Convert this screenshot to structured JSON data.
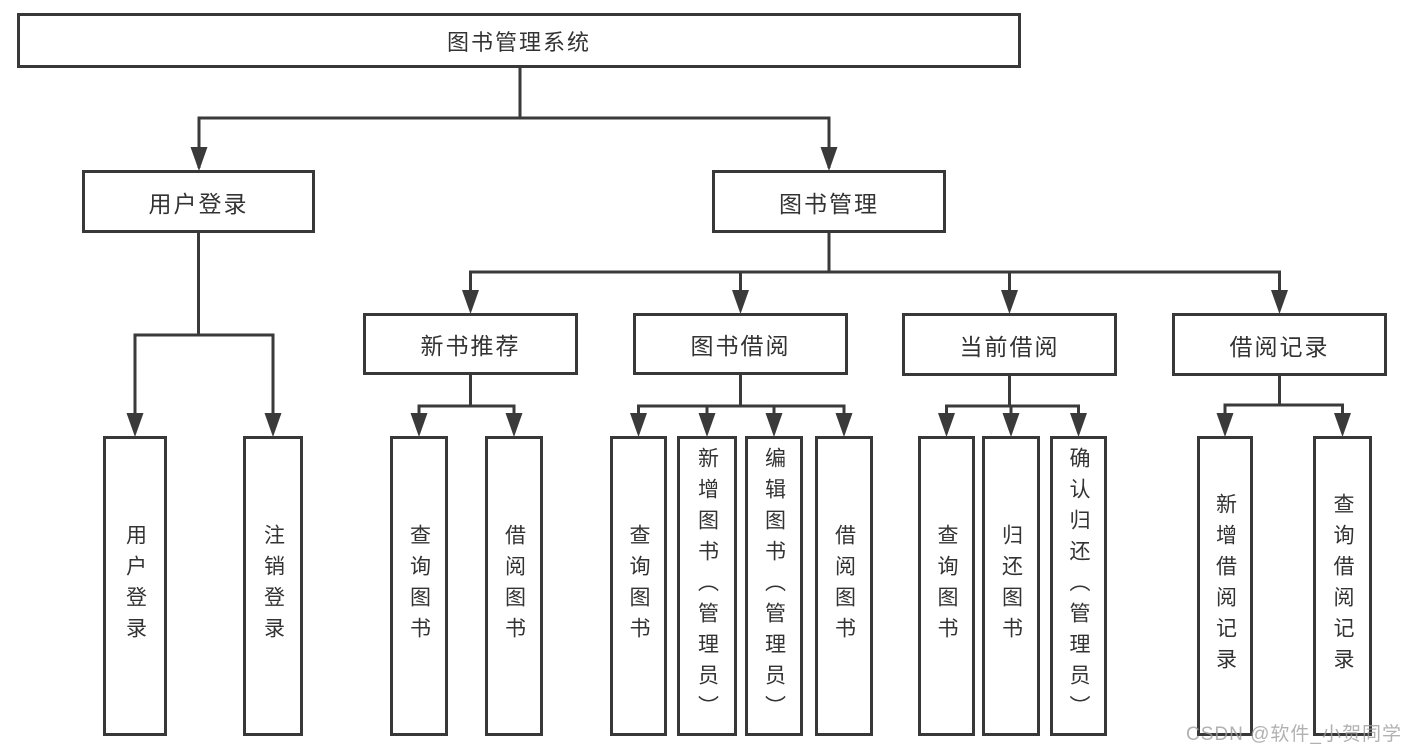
{
  "tree": {
    "root": "图书管理系统",
    "branches": [
      {
        "label": "用户登录",
        "children": [
          "用户登录",
          "注销登录"
        ]
      },
      {
        "label": "图书管理",
        "sections": [
          {
            "label": "新书推荐",
            "children": [
              "查询图书",
              "借阅图书"
            ]
          },
          {
            "label": "图书借阅",
            "children": [
              "查询图书",
              "新增图书（管理员）",
              "编辑图书（管理员）",
              "借阅图书"
            ]
          },
          {
            "label": "当前借阅",
            "children": [
              "查询图书",
              "归还图书",
              "确认归还（管理员）"
            ]
          },
          {
            "label": "借阅记录",
            "children": [
              "新增借阅记录",
              "查询借阅记录"
            ]
          }
        ]
      }
    ]
  },
  "watermark": {
    "text": "CSDN @软件_小贺同学"
  },
  "colors": {
    "line": "#3a3a3a",
    "box_border": "#383838",
    "box_bg": "#ffffff",
    "text": "#333333",
    "watermark": "#9e9e9e"
  }
}
